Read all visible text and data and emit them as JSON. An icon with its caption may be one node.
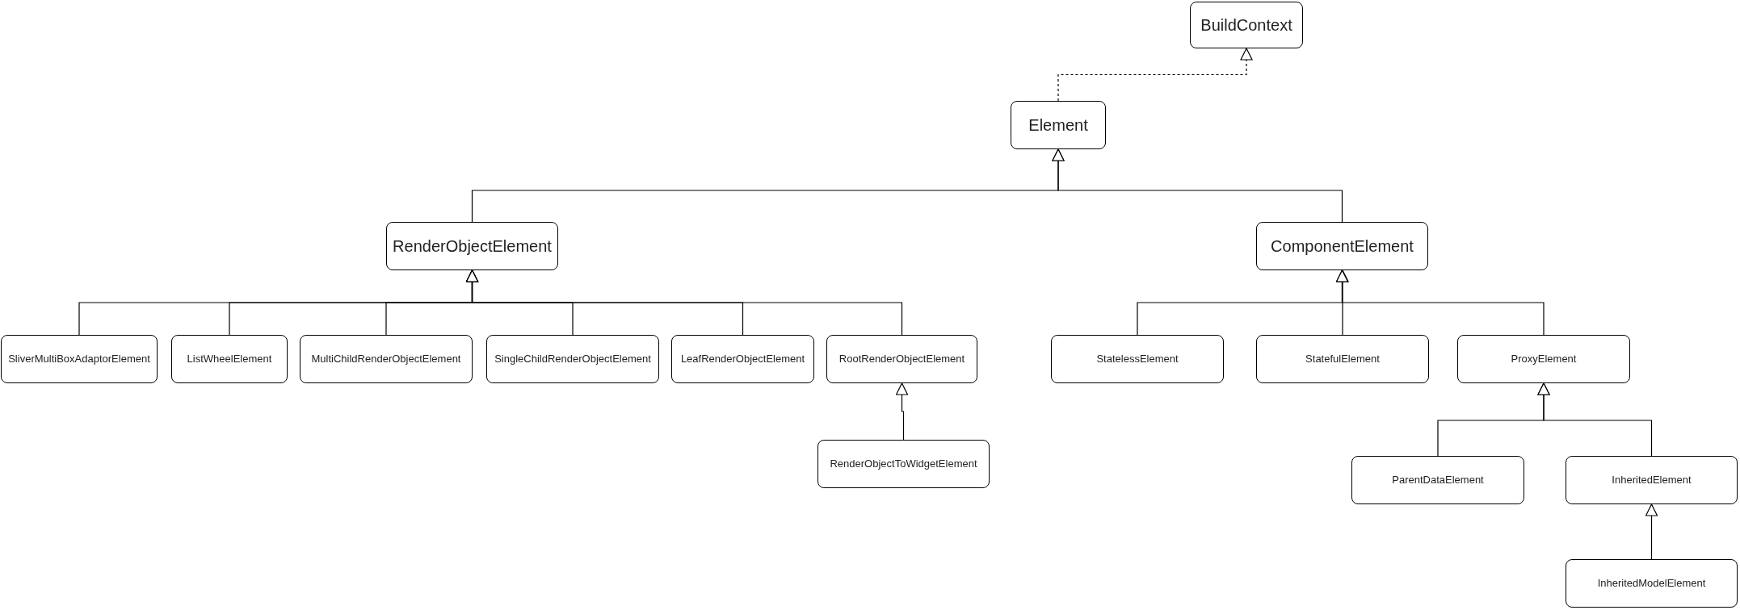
{
  "diagram": {
    "nodes": [
      {
        "text": [
          "BuildContext"
        ]
      },
      {
        "text": [
          "Element"
        ]
      },
      {
        "text": [
          "RenderObjectElement"
        ]
      },
      {
        "text": [
          "ComponentElement"
        ]
      },
      {
        "text": [
          "SliverMultiBoxAdaptorElement"
        ]
      },
      {
        "text": [
          "ListWheelElement"
        ]
      },
      {
        "text": [
          "MultiChildRenderObjectElement"
        ]
      },
      {
        "text": [
          "SingleChildRenderObjectElement"
        ]
      },
      {
        "text": [
          "LeafRenderObjectElement"
        ]
      },
      {
        "text": [
          "RootRenderObjectElement"
        ]
      },
      {
        "text": [
          "RenderObjectToWidgetElement"
        ]
      },
      {
        "text": [
          "StatelessElement"
        ]
      },
      {
        "text": [
          "StatefulElement"
        ]
      },
      {
        "text": [
          "ProxyElement"
        ]
      },
      {
        "text": [
          "ParentDataElement"
        ]
      },
      {
        "text": [
          "InheritedElement"
        ]
      },
      {
        "text": [
          "InheritedModelElement"
        ]
      }
    ],
    "edges": [
      {
        "from": 1,
        "to": 0,
        "arrow": "to",
        "style": "dashed"
      },
      {
        "from": 2,
        "to": 1,
        "arrow": "to"
      },
      {
        "from": 3,
        "to": 1,
        "arrow": "to"
      },
      {
        "from": 4,
        "to": 2,
        "arrow": "to"
      },
      {
        "from": 5,
        "to": 2,
        "arrow": "to"
      },
      {
        "from": 6,
        "to": 2,
        "arrow": "to"
      },
      {
        "from": 7,
        "to": 2,
        "arrow": "to"
      },
      {
        "from": 8,
        "to": 2,
        "arrow": "to"
      },
      {
        "from": 9,
        "to": 2,
        "arrow": "to"
      },
      {
        "from": 10,
        "to": 9,
        "arrow": "to"
      },
      {
        "from": 11,
        "to": 3,
        "arrow": "to"
      },
      {
        "from": 12,
        "to": 3,
        "arrow": "to"
      },
      {
        "from": 13,
        "to": 3,
        "arrow": "to"
      },
      {
        "from": 14,
        "to": 13,
        "arrow": "to"
      },
      {
        "from": 15,
        "to": 13,
        "arrow": "to"
      },
      {
        "from": 16,
        "to": 15,
        "arrow": "to"
      }
    ]
  }
}
